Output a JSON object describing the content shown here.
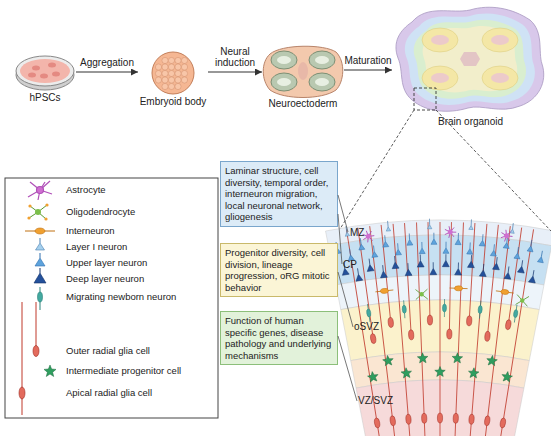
{
  "diagram": {
    "nodes": [
      {
        "text": [
          "hPSCs"
        ]
      },
      {
        "text": [
          "Embryoid body"
        ]
      },
      {
        "text": [
          "Neuroectoderm"
        ]
      },
      {
        "text": [
          "Brain organoid"
        ]
      },
      {
        "text": [
          "Laminar structure, cell diversity, temporal order, interneuron migration, local neuronal network, gliogenesis"
        ]
      },
      {
        "text": [
          "Progenitor diversity, cell division, lineage progression, oRG mitotic behavior"
        ]
      },
      {
        "text": [
          "Function of human specific genes, disease pathology and underlying mechanisms"
        ]
      }
    ],
    "edges": [
      {
        "from": 0,
        "to": 1,
        "arrow": "to",
        "label": "Aggregation"
      },
      {
        "from": 1,
        "to": 2,
        "arrow": "to",
        "label": "Neural induction"
      },
      {
        "from": 2,
        "to": 3,
        "arrow": "to",
        "label": "Maturation"
      }
    ],
    "labels": [
      "MZ",
      "CP",
      "oSVZ",
      "VZ/SVZ"
    ],
    "legend": [
      {
        "text": "Astrocyte"
      },
      {
        "text": "Oligodendrocyte"
      },
      {
        "text": "Interneuron"
      },
      {
        "text": "Layer I neuron"
      },
      {
        "text": "Upper layer neuron"
      },
      {
        "text": "Deep layer neuron"
      },
      {
        "text": "Migrating newborn neuron"
      },
      {
        "text": "Outer radial glia cell"
      },
      {
        "text": "Intermediate progenitor cell"
      },
      {
        "text": "Apical radial glia cell"
      }
    ]
  }
}
